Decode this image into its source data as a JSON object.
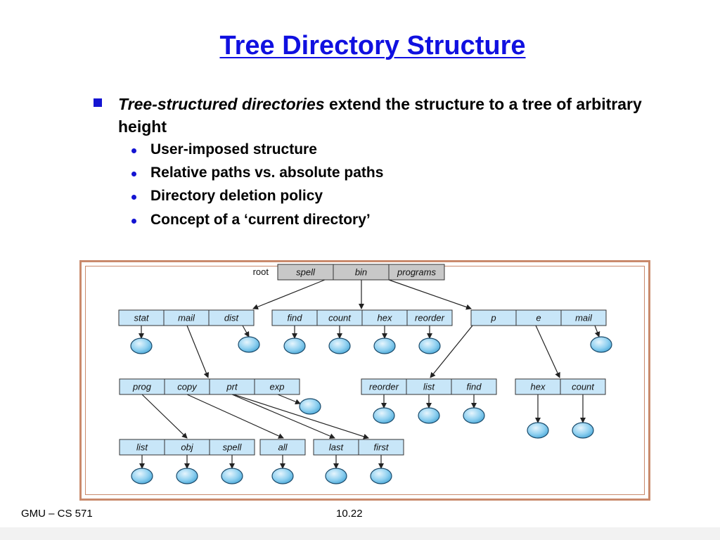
{
  "slide": {
    "title": "Tree Directory Structure",
    "bullet_em": "Tree-structured directories",
    "bullet_rest": " extend the structure to a tree of arbitrary height",
    "sub_bullets": [
      "User-imposed structure",
      "Relative paths vs. absolute paths",
      "Directory deletion policy",
      "Concept of a ‘current directory’"
    ]
  },
  "diagram": {
    "root_label": "root",
    "root": [
      "spell",
      "bin",
      "programs"
    ],
    "level1a": [
      "stat",
      "mail",
      "dist"
    ],
    "level1b": [
      "find",
      "count",
      "hex",
      "reorder"
    ],
    "level1c": [
      "p",
      "e",
      "mail"
    ],
    "level2a": [
      "prog",
      "copy",
      "prt",
      "exp"
    ],
    "level2b": [
      "reorder",
      "list",
      "find"
    ],
    "level2c": [
      "hex",
      "count"
    ],
    "level3a": [
      "list",
      "obj",
      "spell"
    ],
    "level3b": [
      "all"
    ],
    "level3c": [
      "last",
      "first"
    ]
  },
  "footer": {
    "left": "GMU – CS 571",
    "page": "10.22"
  },
  "colors": {
    "title": "#1010e0",
    "bullet": "#1414d2",
    "frame": "#c98a6c",
    "cell": "#c8e6f8",
    "root_cell": "#c8c8c8",
    "file": "#7fc8ee"
  }
}
